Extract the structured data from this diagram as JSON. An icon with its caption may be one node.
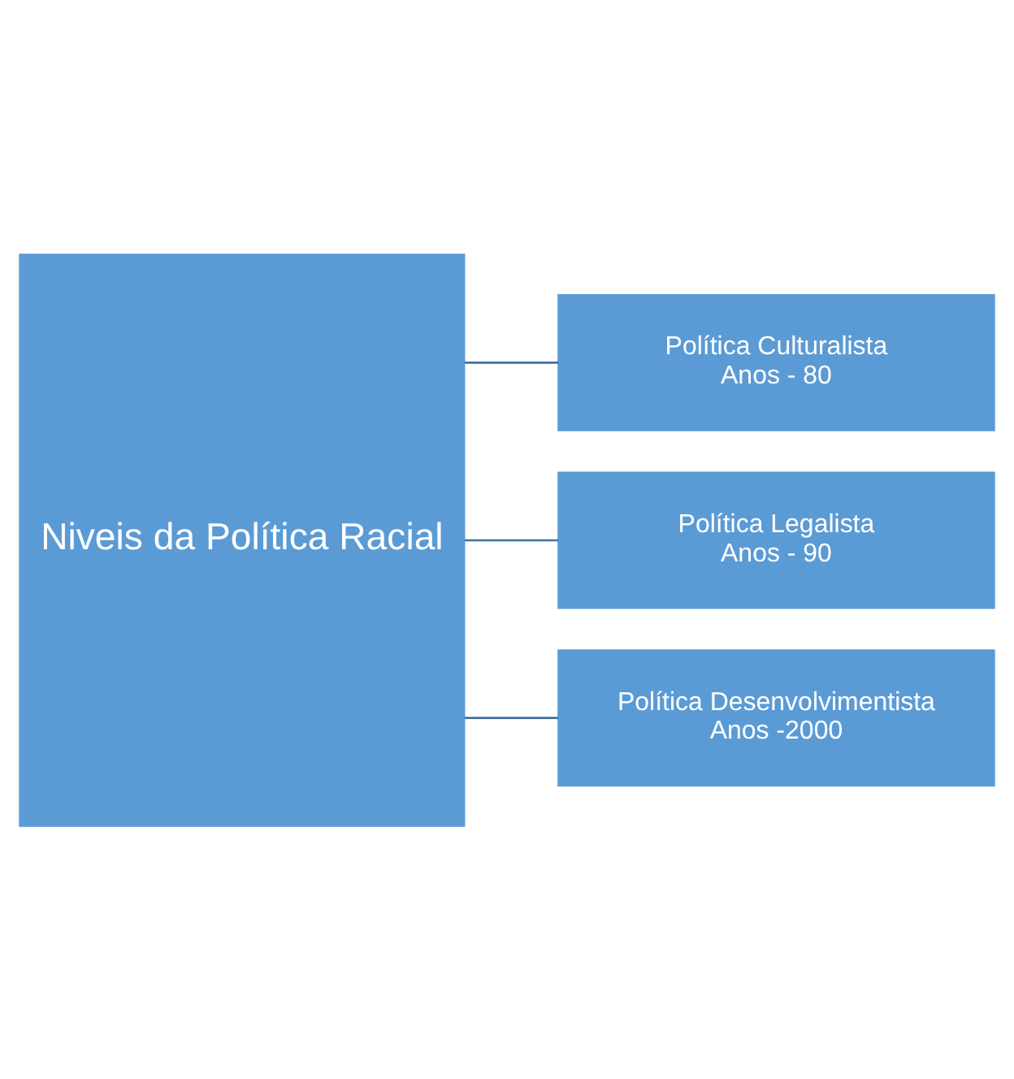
{
  "diagram": {
    "nodes": [
      {
        "text": [
          "Niveis da Política Racial"
        ]
      },
      {
        "text": [
          "Política Culturalista",
          "Anos - 80"
        ]
      },
      {
        "text": [
          "Política Legalista",
          "Anos - 90"
        ]
      },
      {
        "text": [
          "Política Desenvolvimentista",
          "Anos -2000"
        ]
      }
    ],
    "edges": [
      {
        "from": 0,
        "to": 1,
        "arrow": "none"
      },
      {
        "from": 0,
        "to": 2,
        "arrow": "none"
      },
      {
        "from": 0,
        "to": 3,
        "arrow": "none"
      }
    ]
  }
}
